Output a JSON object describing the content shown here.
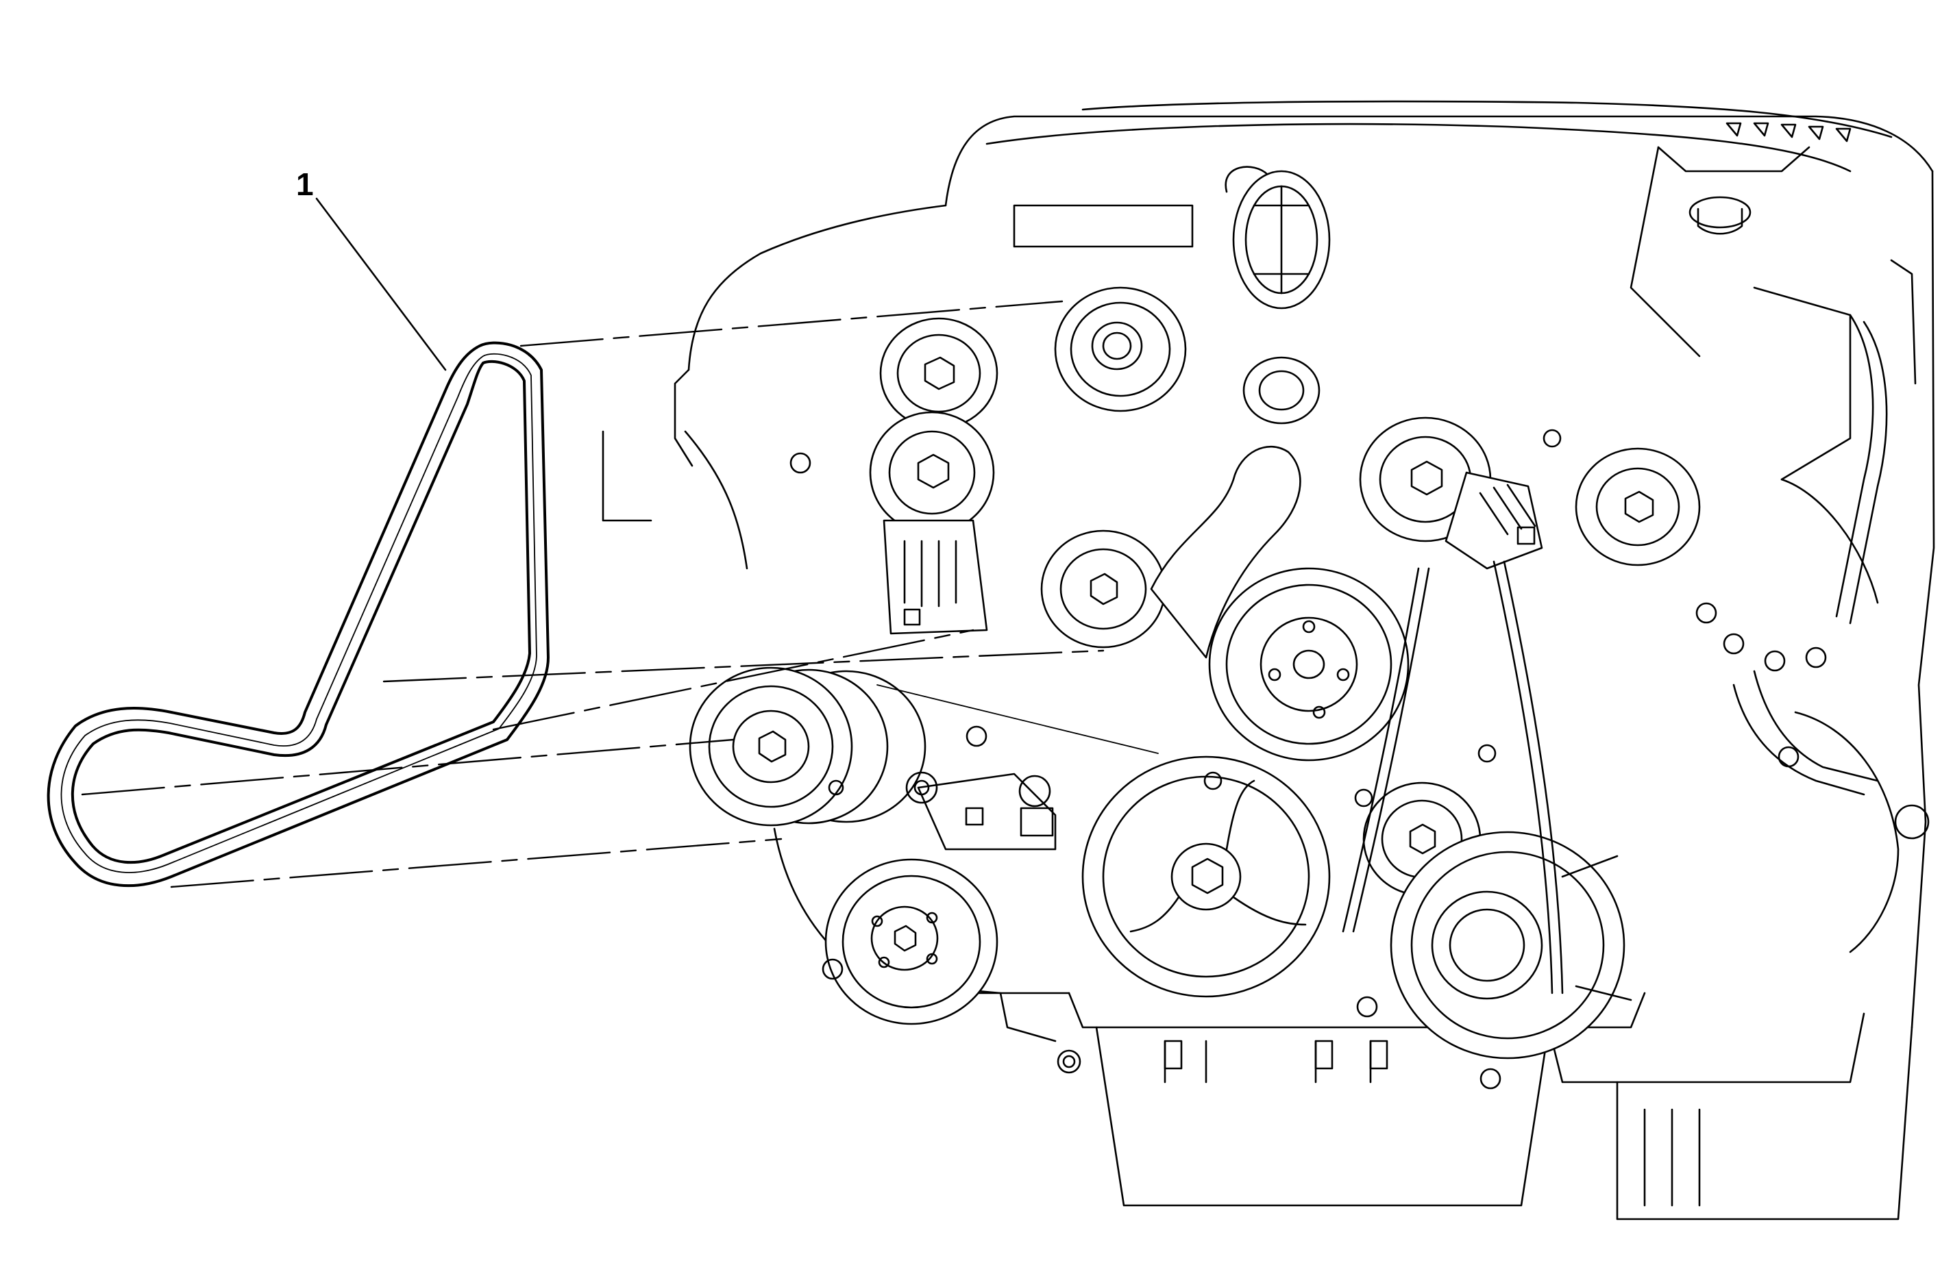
{
  "diagram": {
    "callouts": [
      {
        "id": "1",
        "label": "1",
        "target": "drive-belt"
      }
    ]
  }
}
